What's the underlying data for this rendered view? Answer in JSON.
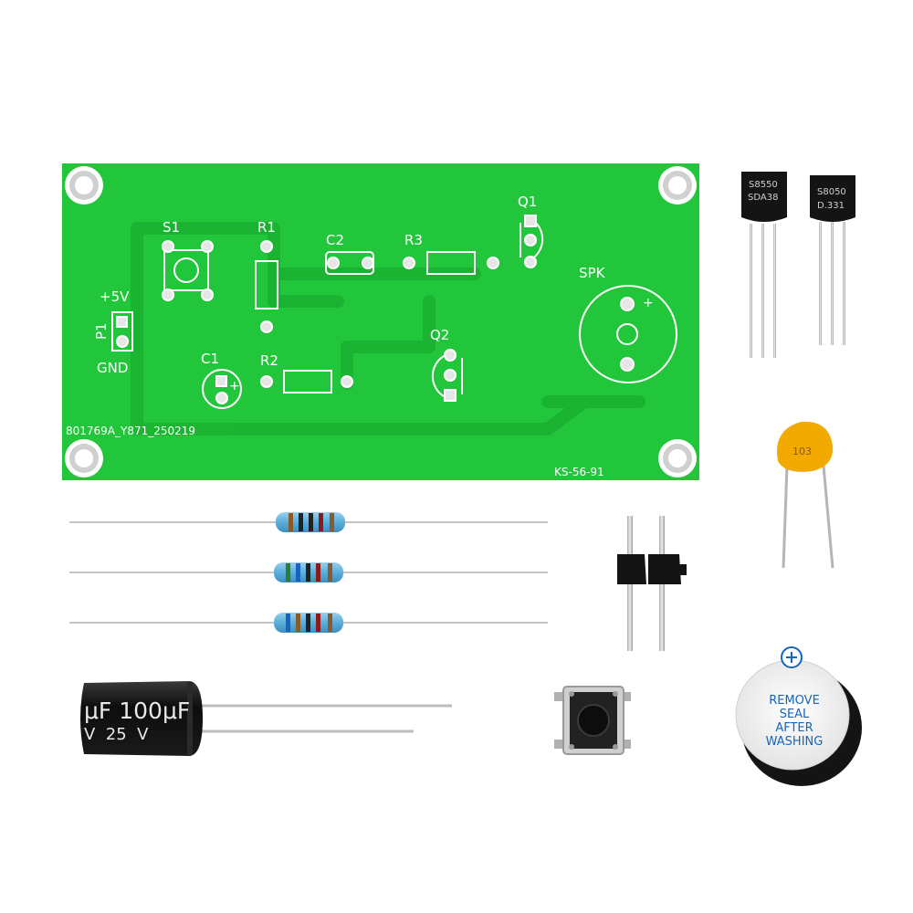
{
  "pcb": {
    "labels": {
      "s1": "S1",
      "r1": "R1",
      "c2": "C2",
      "r3": "R3",
      "q1": "Q1",
      "spk": "SPK",
      "plus5v": "+5V",
      "p1": "P1",
      "gnd": "GND",
      "c1": "C1",
      "r2": "R2",
      "q2": "Q2",
      "plus_c1": "+",
      "plus_spk": "+",
      "code_left": "801769A_Y871_250219",
      "code_right": "KS-56-91"
    },
    "colors": {
      "board": "#22c83a",
      "trace": "#1db534",
      "silk": "#ffffff",
      "pad": "#d9d9d9"
    }
  },
  "components": {
    "transistor_a": {
      "line1": "S8550",
      "line2": "SDA38"
    },
    "transistor_b": {
      "line1": "S8050",
      "line2": "D.331"
    },
    "ceramic_cap": {
      "marking": "103",
      "color": "#f2a900"
    },
    "electrolytic": {
      "line1": "μF 100μF",
      "line2": "V  25  V"
    },
    "buzzer": {
      "line1": "REMOVE",
      "line2": "SEAL",
      "line3": "AFTER",
      "line4": "WASHING",
      "text_color": "#1565c0"
    },
    "resistors": [
      {
        "bands": [
          "#8b5a2b",
          "#222222",
          "#222222",
          "#8b1a1a",
          "#8b5a2b"
        ]
      },
      {
        "bands": [
          "#2e7d32",
          "#1565c0",
          "#222222",
          "#8b1a1a",
          "#8b5a2b"
        ]
      },
      {
        "bands": [
          "#1565c0",
          "#8b5a2b",
          "#222222",
          "#8b1a1a",
          "#8b5a2b"
        ]
      }
    ]
  }
}
